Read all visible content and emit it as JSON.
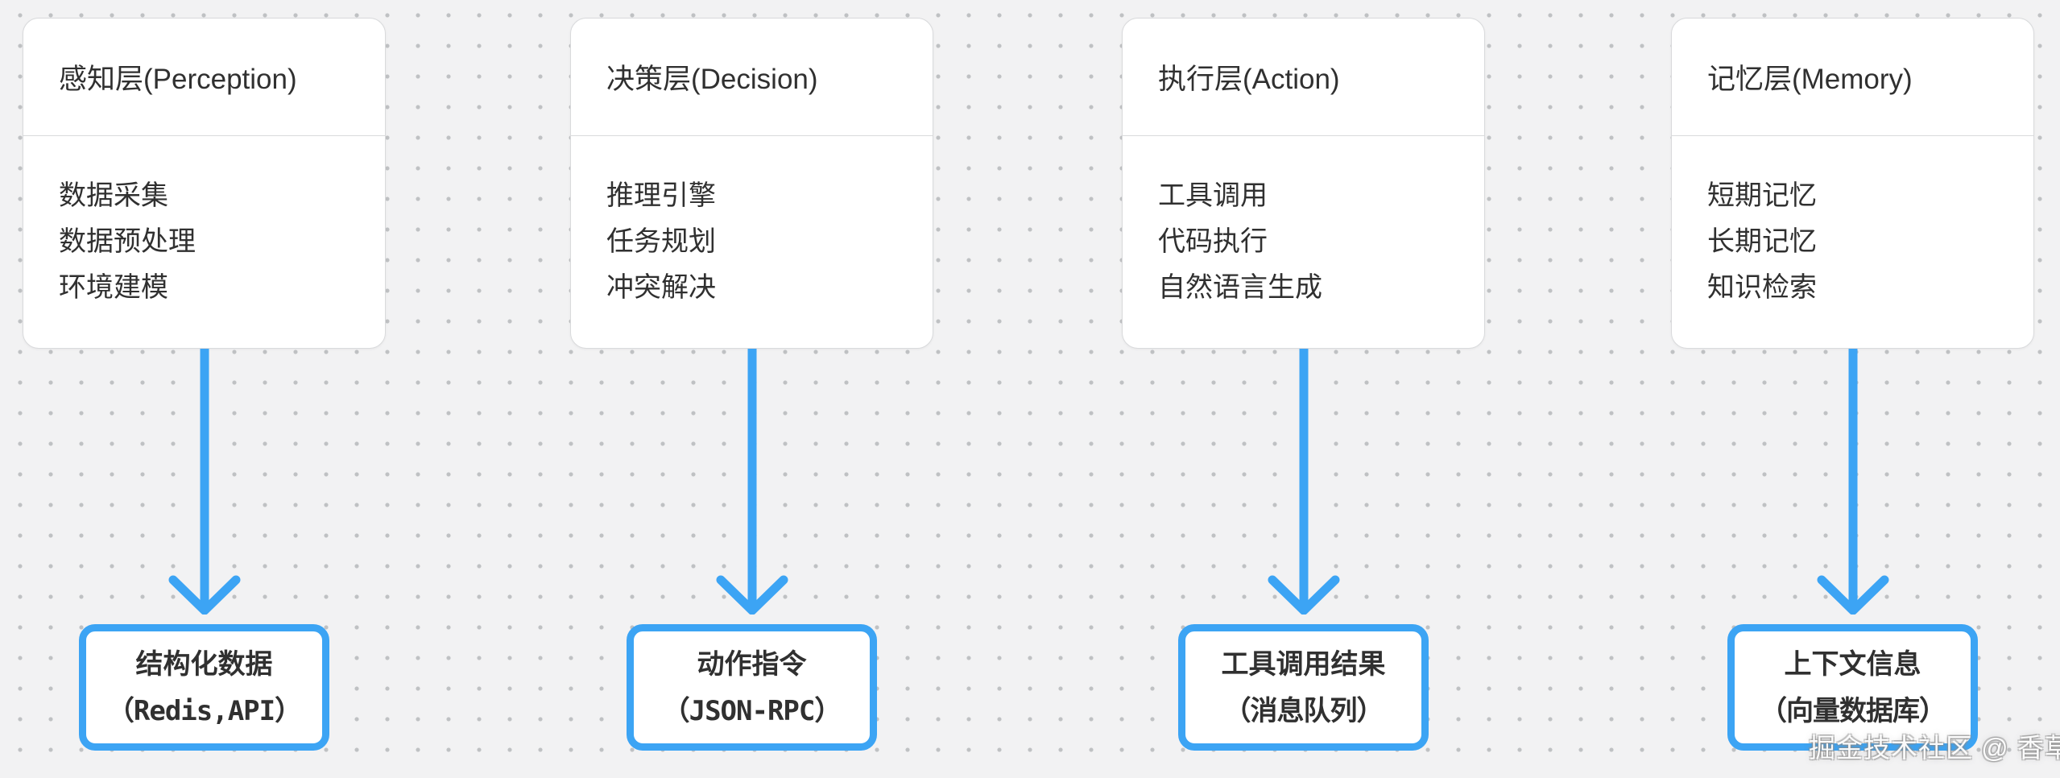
{
  "colors": {
    "accent": "#3ca4f4",
    "background": "#f2f2f3",
    "dot": "#bfc1c3",
    "card_border": "#d9dadc",
    "text": "#303030"
  },
  "columns": [
    {
      "layer": {
        "title": "感知层(Perception)",
        "items": [
          "数据采集",
          "数据预处理",
          "环境建模"
        ]
      },
      "output": {
        "line1": "结构化数据",
        "line2": "（Redis,API）"
      }
    },
    {
      "layer": {
        "title": "决策层(Decision)",
        "items": [
          "推理引擎",
          "任务规划",
          "冲突解决"
        ]
      },
      "output": {
        "line1": "动作指令",
        "line2": "（JSON-RPC）"
      }
    },
    {
      "layer": {
        "title": "执行层(Action)",
        "items": [
          "工具调用",
          "代码执行",
          "自然语言生成"
        ]
      },
      "output": {
        "line1": "工具调用结果",
        "line2": "（消息队列）"
      }
    },
    {
      "layer": {
        "title": "记忆层(Memory)",
        "items": [
          "短期记忆",
          "长期记忆",
          "知识检索"
        ]
      },
      "output": {
        "line1": "上下文信息",
        "line2": "（向量数据库）"
      }
    }
  ],
  "watermark": "掘金技术社区 @ 香草泡芙"
}
